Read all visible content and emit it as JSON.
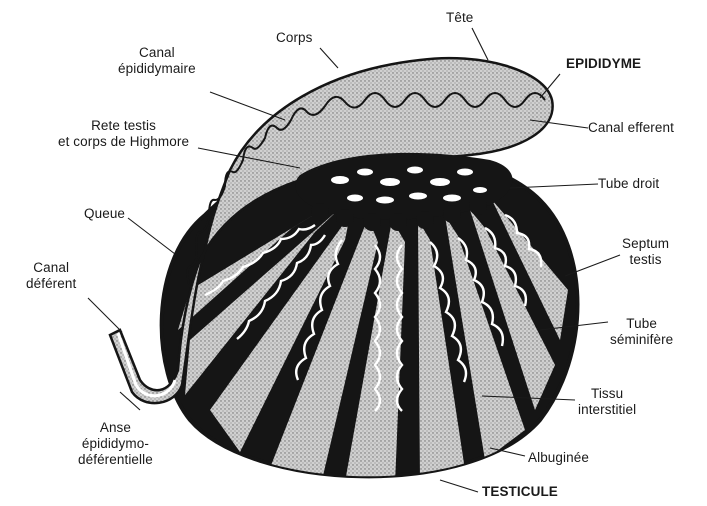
{
  "labels": {
    "tete": "Tête",
    "corps": "Corps",
    "epididyme": "EPIDIDYME",
    "canal_epididymaire": [
      "Canal",
      "épididymaire"
    ],
    "canal_efferent": "Canal efferent",
    "rete_testis": [
      "Rete testis",
      "et corps de Highmore"
    ],
    "tube_droit": "Tube droit",
    "queue": "Queue",
    "septum_testis": [
      "Septum",
      "testis"
    ],
    "canal_deferent": [
      "Canal",
      "déférent"
    ],
    "tube_seminifere": [
      "Tube",
      "séminifère"
    ],
    "tissu_interstitiel": [
      "Tissu",
      "interstitiel"
    ],
    "anse": [
      "Anse",
      "épididymo-",
      "déférentielle"
    ],
    "albuginee": "Albuginée",
    "testicule": "TESTICULE"
  },
  "colors": {
    "ink": "#141414",
    "stipple": "#bdbdbd",
    "tubule": "#ffffff",
    "paper": "#ffffff"
  }
}
